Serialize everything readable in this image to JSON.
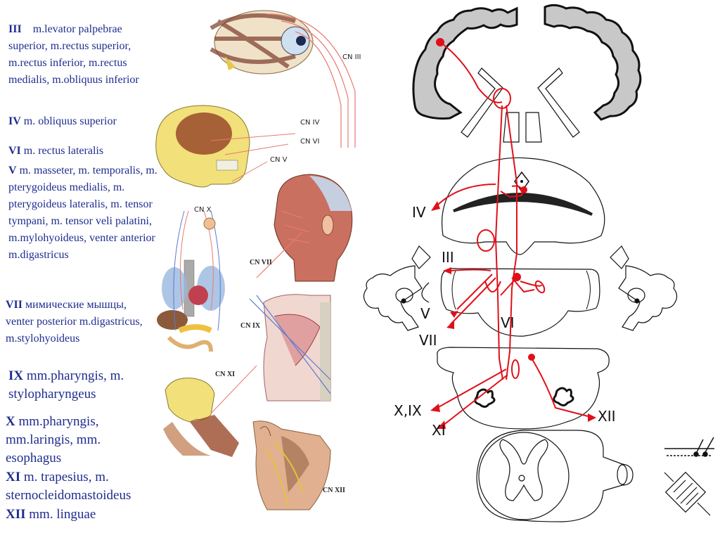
{
  "text_blocks": {
    "b3": {
      "num": "III",
      "text": "m.levator palpebrae superior, m.rectus superior, m.rectus inferior, m.rectus medialis, m.obliquus inferior"
    },
    "b4": {
      "num": "IV",
      "text": "m. obliquus superior"
    },
    "b6": {
      "num": "VI",
      "text": "m. rectus lateralis"
    },
    "b5": {
      "num": "V",
      "text": "m. masseter, m. temporalis, m. pterygoideus medialis, m. pterygoideus lateralis, m. tensor tympani, m. tensor veli palatini, m.mylohyoideus, venter anterior m.digastricus"
    },
    "b7": {
      "num": "VII",
      "text": "мимические мышцы, venter posterior m.digastricus, m.stylohyoideus"
    },
    "b9": {
      "num": "IX",
      "text": "mm.pharyngis, m. stylopharyngeus"
    },
    "b10": {
      "num": "X",
      "text": "mm.pharyngis, mm.laringis, mm. esophagus"
    },
    "b11": {
      "num": "XI",
      "text": "m. trapesius, m. sternocleidomastoideus"
    },
    "b12": {
      "num": "XII",
      "text": "mm. linguae"
    }
  },
  "image_labels": {
    "cn3": "CN III",
    "cn4": "CN IV",
    "cn6": "CN VI",
    "cn5": "CN V",
    "cnx": "CN X",
    "cn7": "CN VII",
    "cn9": "CN IX",
    "cn11": "CN XI",
    "cn12": "CN XII"
  },
  "diagram_labels": {
    "iv": "IV",
    "iii": "III",
    "v": "V",
    "vi": "VI",
    "vii": "VII",
    "xix": "X,IX",
    "xi": "XI",
    "xii": "XII"
  },
  "colors": {
    "text": "#1f2d8f",
    "pathway": "#e0101a",
    "outline": "#111111",
    "cortex": "#c8c8c8"
  }
}
